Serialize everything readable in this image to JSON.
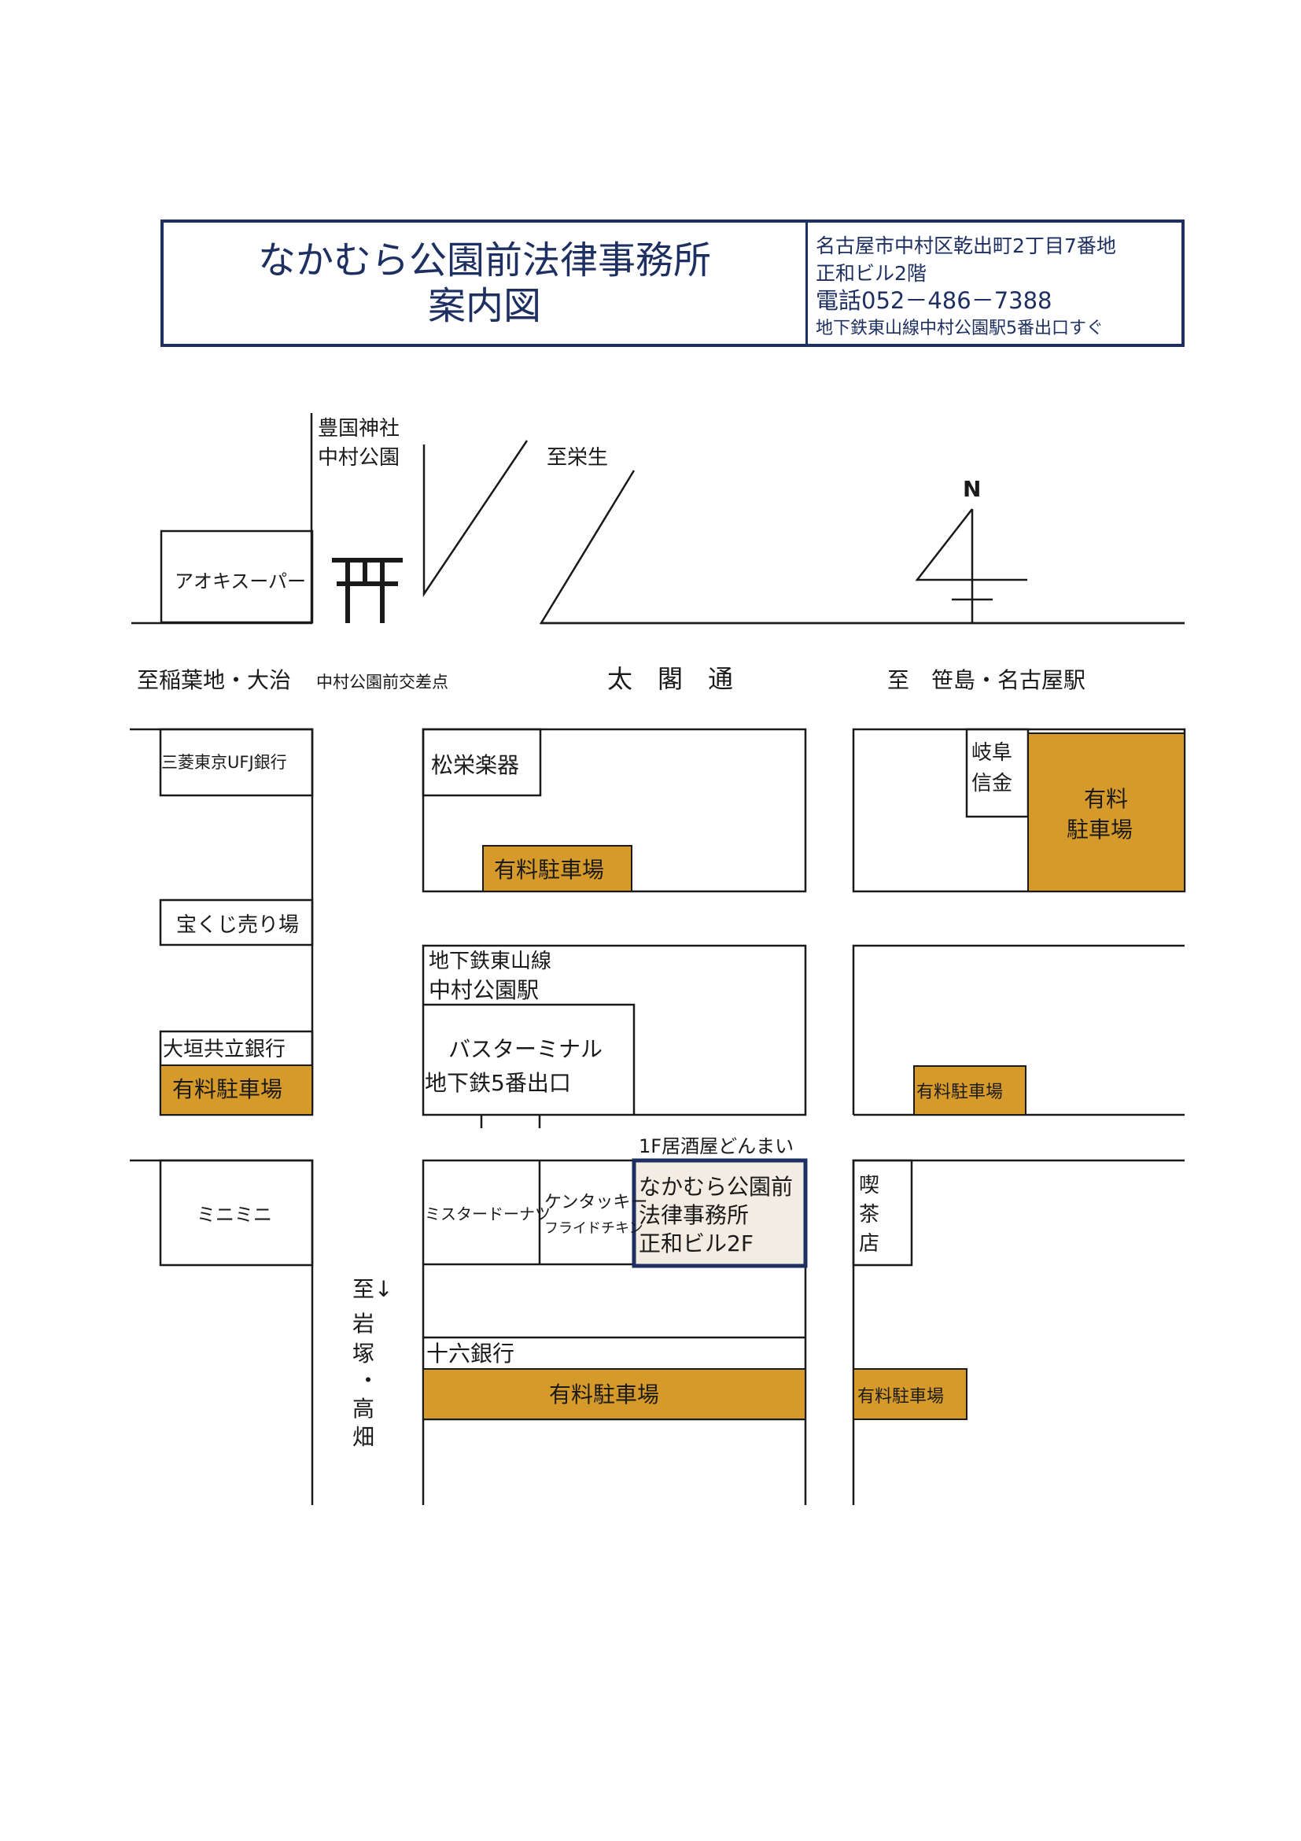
{
  "header": {
    "title_line1": "なかむら公園前法律事務所",
    "title_line2": "案内図",
    "address": "名古屋市中村区乾出町2丁目7番地",
    "building": "正和ビル2階",
    "phone": "電話052－486－7388",
    "access": "地下鉄東山線中村公園駅5番出口すぐ"
  },
  "colors": {
    "frame": "#1e2f62",
    "parking": "#d69a2a",
    "office_fill": "#f3ece2",
    "line": "#1a1a1a"
  },
  "icons": [
    "torii-shrine-icon",
    "north-arrow-icon"
  ],
  "labels": {
    "shrine": [
      "豊国神社",
      "中村公園"
    ],
    "to_sakae": "至栄生",
    "north": "N",
    "aoki": "アオキスーパー",
    "to_inazawa": "至稲葉地・大治",
    "intersection": "中村公園前交差点",
    "taiko": "太　閣　通",
    "to_nagoya": "至　笹島・名古屋駅",
    "ufj": "三菱東京UFJ銀行",
    "gakki": "松栄楽器",
    "gifu_shinkin": [
      "岐阜",
      "信金"
    ],
    "parking_ne": [
      "有料",
      "駐車場"
    ],
    "parking": "有料駐車場",
    "takarakuji": "宝くじ売り場",
    "subway": [
      "地下鉄東山線",
      "中村公園駅"
    ],
    "ogaki": "大垣共立銀行",
    "bus": "バスターミナル",
    "exit5": "地下鉄5番出口",
    "izakaya": "1F居酒屋どんまい",
    "mininimi": "ミニミニ",
    "misdo": "ミスタードーナツ",
    "kfc": [
      "ケンタッキー",
      "フライドチキン"
    ],
    "office": [
      "なかむら公園前",
      "法律事務所",
      "正和ビル2F"
    ],
    "kissa": [
      "喫",
      "茶",
      "店"
    ],
    "to_iwatsuka": [
      "至↓",
      "岩",
      "塚",
      "・",
      "高",
      "畑"
    ],
    "juroku": "十六銀行"
  }
}
